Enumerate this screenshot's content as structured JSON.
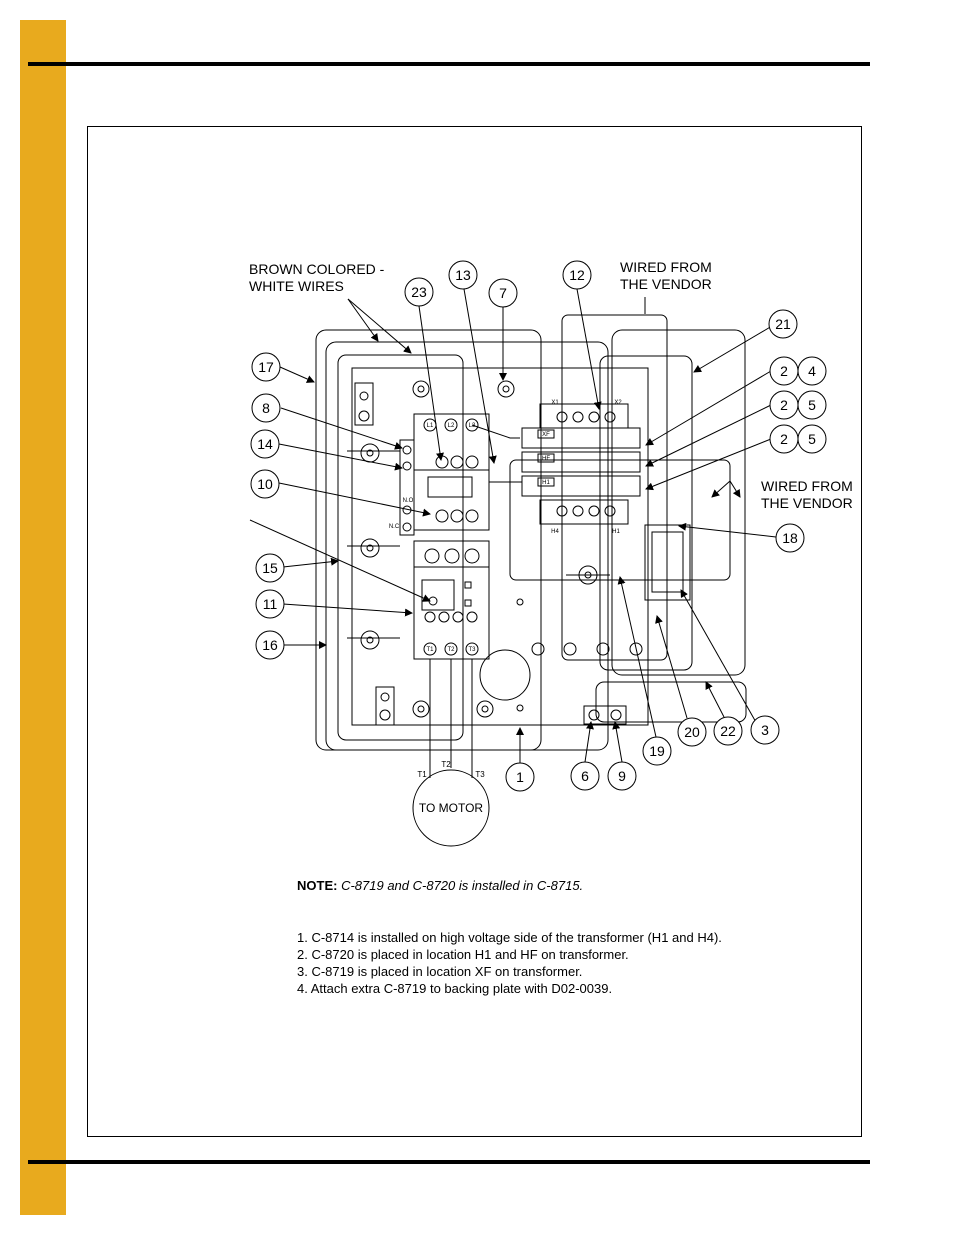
{
  "labels": {
    "brown_wires_1": "BROWN COLORED -",
    "brown_wires_2": "WHITE WIRES",
    "vendor_top_1": "WIRED FROM",
    "vendor_top_2": "THE VENDOR",
    "vendor_right_1": "WIRED FROM",
    "vendor_right_2": "THE VENDOR",
    "motor": "TO MOTOR"
  },
  "callouts": [
    "1",
    "2",
    "2",
    "2",
    "3",
    "4",
    "5",
    "5",
    "6",
    "7",
    "8",
    "9",
    "10",
    "11",
    "12",
    "13",
    "14",
    "15",
    "16",
    "17",
    "18",
    "19",
    "20",
    "21",
    "22",
    "23"
  ],
  "terminals": {
    "l1": "L1",
    "l2": "L2",
    "l3": "L3",
    "t1": "T1",
    "t2": "T2",
    "t3": "T3",
    "x1": "X1",
    "x2": "X2",
    "xf": "XF",
    "hf": "HF",
    "h1": "H1",
    "h4": "H4",
    "h1b": "H1",
    "nc": "N.C",
    "no": "N.O",
    "mt1": "T1",
    "mt2": "T2",
    "mt3": "T3"
  },
  "note": {
    "prefix": "NOTE:",
    "text": "C-8719 and C-8720 is installed in C-8715."
  },
  "steps": [
    "1. C-8714 is installed on high voltage side of the transformer (H1 and H4).",
    "2. C-8720 is placed in location H1 and HF on transformer.",
    "3. C-8719 is placed in location XF on transformer.",
    "4. Attach extra C-8719 to backing plate with D02-0039."
  ]
}
